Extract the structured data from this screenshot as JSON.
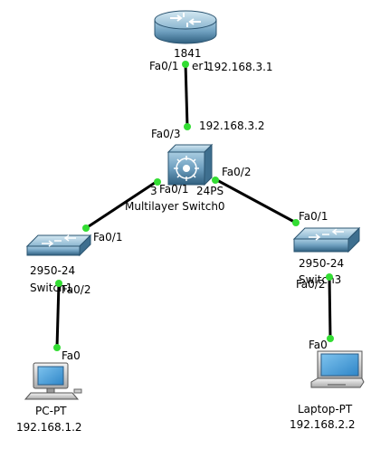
{
  "colors": {
    "link": "#000000",
    "port_up": "#33dd33",
    "router_body": "#5f93b4",
    "switch_body": "#5f93b4",
    "label": "#000000"
  },
  "devices": {
    "router": {
      "model": "1841",
      "name_fragment": "er1",
      "icon": "router-icon"
    },
    "mls": {
      "model_fragment": "3",
      "model_suffix": "24PS",
      "name": "Multilayer Switch0",
      "icon": "multilayer-switch-icon"
    },
    "switch1": {
      "model": "2950-24",
      "name": "Switch1",
      "icon": "switch-icon"
    },
    "switch3": {
      "model": "2950-24",
      "name": "Switch3",
      "icon": "switch-icon"
    },
    "pc": {
      "model": "PC-PT",
      "ip": "192.168.1.2",
      "icon": "pc-icon"
    },
    "laptop": {
      "model": "Laptop-PT",
      "ip": "192.168.2.2",
      "icon": "laptop-icon"
    }
  },
  "links": {
    "router_mls": {
      "a_port": "Fa0/1",
      "a_ip": "192.168.3.1",
      "b_port": "Fa0/3",
      "b_ip": "192.168.3.2"
    },
    "mls_switch1": {
      "a_port": "Fa0/1",
      "b_port": "Fa0/1"
    },
    "mls_switch3": {
      "a_port": "Fa0/2",
      "b_port": "Fa0/1"
    },
    "switch1_pc": {
      "a_port": "Fa0/2",
      "b_port": "Fa0"
    },
    "switch3_laptop": {
      "a_port": "Fa0/2",
      "b_port": "Fa0"
    }
  }
}
